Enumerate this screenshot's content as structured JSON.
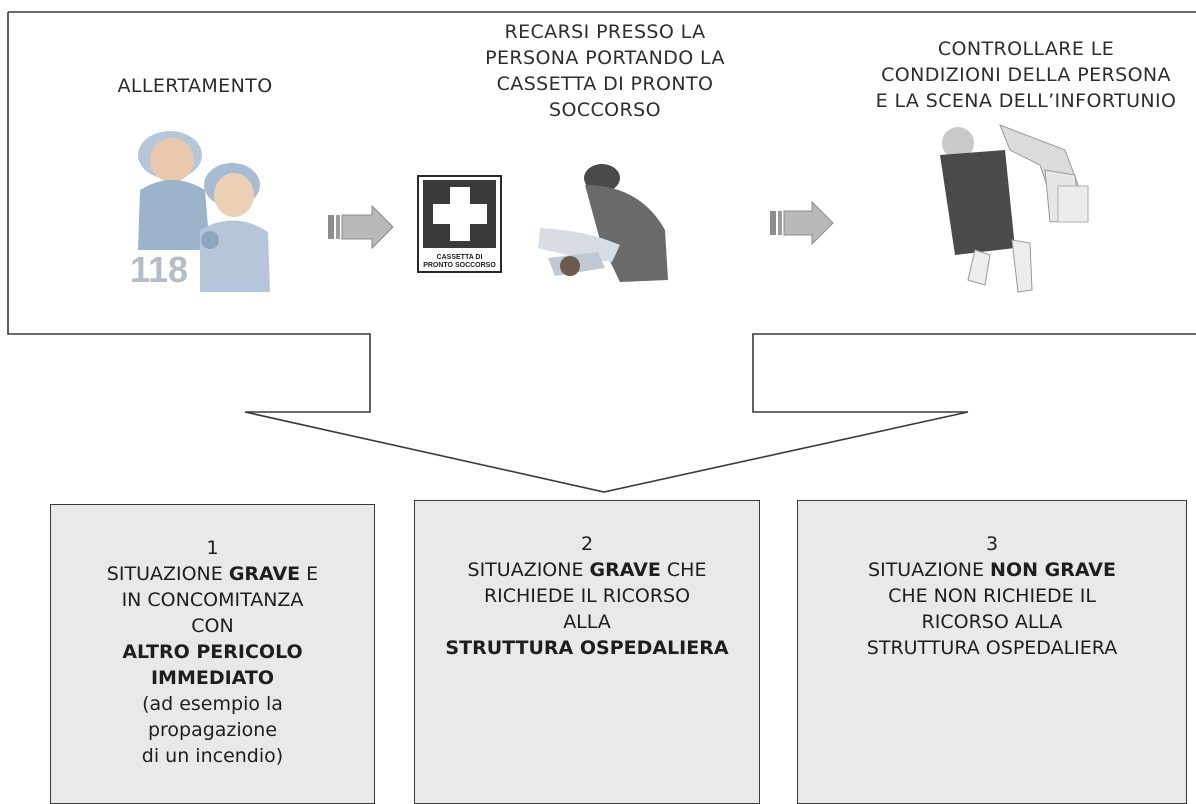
{
  "steps": [
    {
      "lines": [
        "ALLERTAMENTO"
      ]
    },
    {
      "lines": [
        "RECARSI PRESSO LA",
        "PERSONA PORTANDO LA",
        "CASSETTA DI PRONTO",
        "SOCCORSO"
      ]
    },
    {
      "lines": [
        "CONTROLLARE LE",
        "CONDIZIONI DELLA PERSONA",
        "E LA SCENA DELL’INFORTUNIO"
      ]
    }
  ],
  "icons": {
    "phone_number": "118",
    "kit_label_line1": "CASSETTA DI",
    "kit_label_line2": "PRONTO SOCCORSO"
  },
  "outcomes": [
    {
      "number": "1",
      "lines": [
        [
          {
            "t": "SITUAZIONE "
          },
          {
            "t": "GRAVE",
            "b": true
          },
          {
            "t": " E"
          }
        ],
        [
          {
            "t": "IN CONCOMITANZA"
          }
        ],
        [
          {
            "t": "CON"
          }
        ],
        [
          {
            "t": "ALTRO PERICOLO",
            "b": true
          }
        ],
        [
          {
            "t": "IMMEDIATO",
            "b": true
          }
        ],
        [
          {
            "t": "(ad esempio la"
          }
        ],
        [
          {
            "t": "propagazione"
          }
        ],
        [
          {
            "t": "di un incendio)"
          }
        ]
      ]
    },
    {
      "number": "2",
      "lines": [
        [
          {
            "t": "SITUAZIONE "
          },
          {
            "t": "GRAVE",
            "b": true
          },
          {
            "t": " CHE"
          }
        ],
        [
          {
            "t": "RICHIEDE IL RICORSO"
          }
        ],
        [
          {
            "t": "ALLA"
          }
        ],
        [
          {
            "t": "STRUTTURA OSPEDALIERA",
            "b": true
          }
        ]
      ]
    },
    {
      "number": "3",
      "lines": [
        [
          {
            "t": "SITUAZIONE "
          },
          {
            "t": "NON GRAVE",
            "b": true
          }
        ],
        [
          {
            "t": "CHE NON RICHIEDE IL"
          }
        ],
        [
          {
            "t": "RICORSO ALLA"
          }
        ],
        [
          {
            "t": "STRUTTURA OSPEDALIERA"
          }
        ]
      ]
    }
  ],
  "colors": {
    "outline": "#3a3a3a",
    "box_fill": "#e9e9e9",
    "arrow_fill": "#b9b9b9",
    "cross_bg": "#3a3a3a"
  }
}
